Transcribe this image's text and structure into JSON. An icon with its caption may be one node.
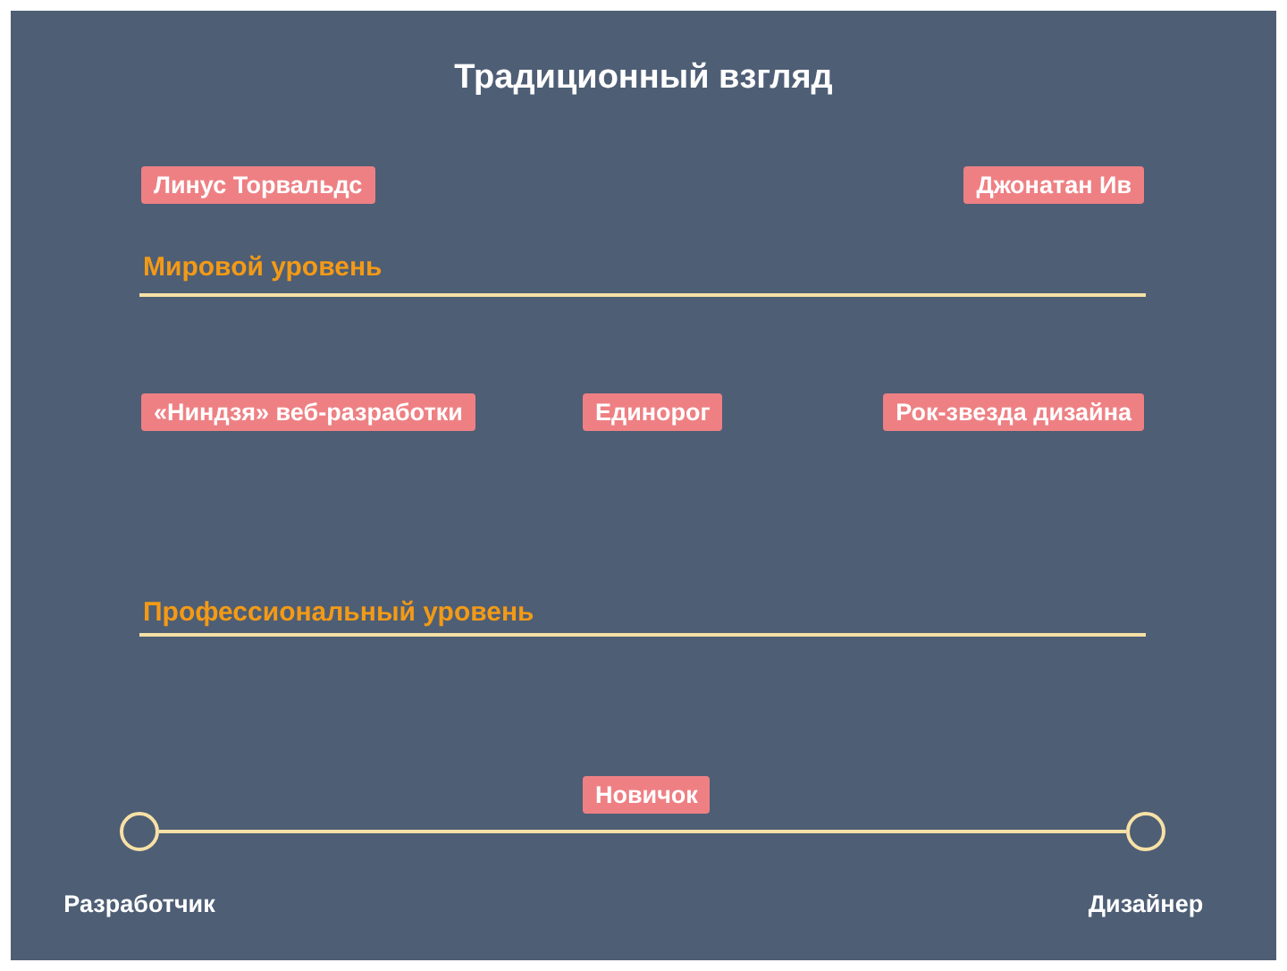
{
  "diagram": {
    "title": "Традиционный взгляд",
    "nodes": [
      {
        "text": [
          "Линус Торвальдс"
        ]
      },
      {
        "text": [
          "Джонатан Ив"
        ]
      },
      {
        "text": [
          "«Ниндзя» веб-разработки"
        ]
      },
      {
        "text": [
          "Единорог"
        ]
      },
      {
        "text": [
          "Рок-звезда дизайна"
        ]
      },
      {
        "text": [
          "Новичок"
        ]
      },
      {
        "text": [],
        "shape": "circle",
        "beside": [
          "Разработчик"
        ]
      },
      {
        "text": [],
        "shape": "circle",
        "beside": [
          "Дизайнер"
        ]
      }
    ],
    "edges": [
      {
        "from": 6,
        "to": 7,
        "arrow": "none"
      }
    ],
    "labels": [
      "Мировой уровень",
      "Профессиональный уровень"
    ]
  }
}
